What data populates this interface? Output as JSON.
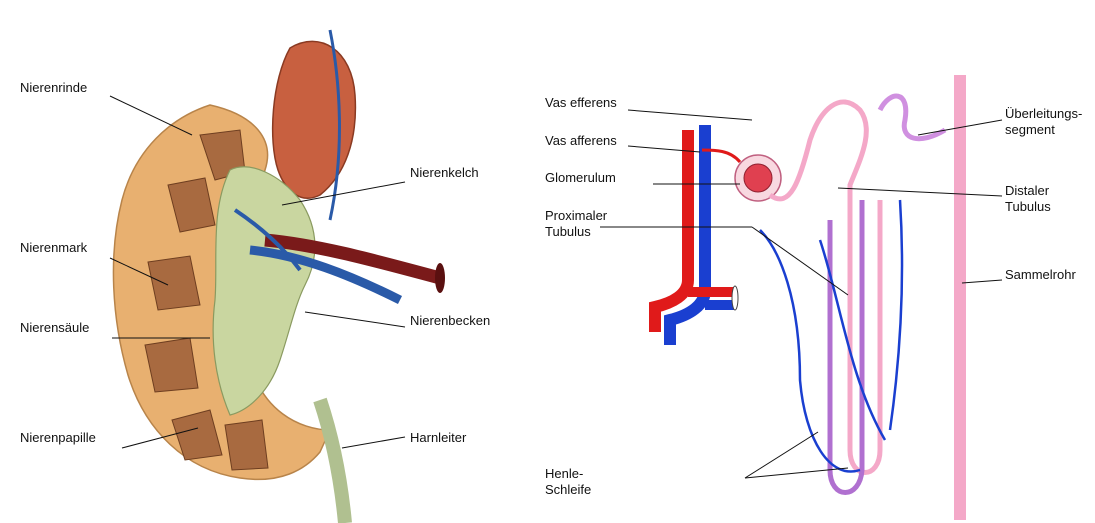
{
  "kidney_labels": {
    "rinde": "Nierenrinde",
    "kelch": "Nierenkelch",
    "mark": "Nierenmark",
    "saeule": "Nierensäule",
    "becken": "Nierenbecken",
    "papille": "Nierenpapille",
    "harnleiter": "Harnleiter"
  },
  "nephron_labels": {
    "vas_efferens": "Vas efferens",
    "vas_afferens": "Vas afferens",
    "glomerulum": "Glomerulum",
    "prox_1": "Proximaler",
    "prox_2": "Tubulus",
    "henle_1": "Henle-",
    "henle_2": "Schleife",
    "ueber_1": "Überleitungs-",
    "ueber_2": "segment",
    "distal_1": "Distaler",
    "distal_2": "Tubulus",
    "sammelrohr": "Sammelrohr"
  },
  "colors": {
    "cortex": "#e8b070",
    "medulla": "#a86a40",
    "pelvis": "#c9d6a0",
    "adrenal": "#c86040",
    "vein": "#2a5aa8",
    "artery": "#7a1a1a",
    "arterial_red": "#e01a1a",
    "venous_blue": "#1a3fd0",
    "tubule_pink": "#f4a8c8",
    "tubule_purple": "#b070d0"
  }
}
